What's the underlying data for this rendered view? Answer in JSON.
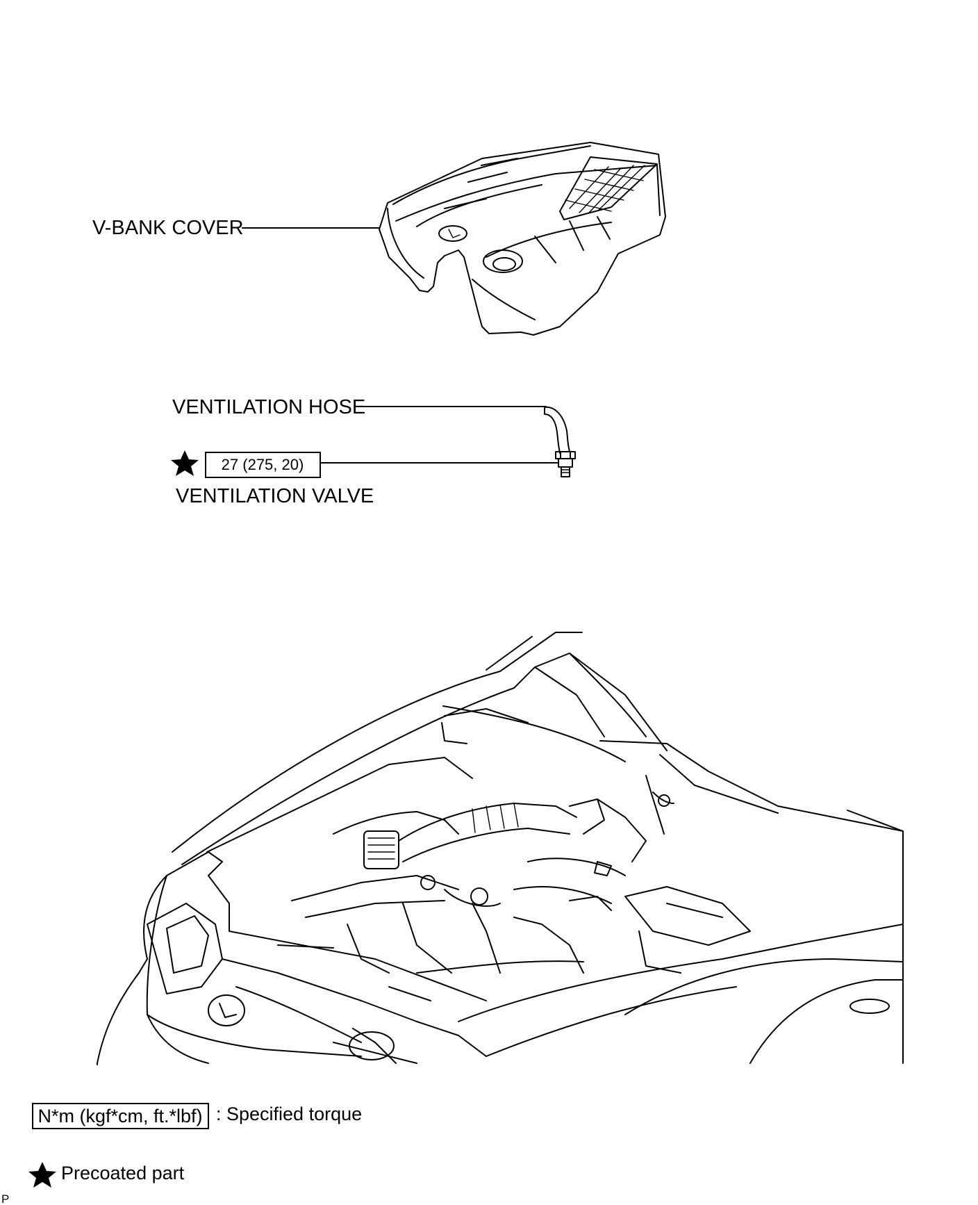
{
  "callouts": {
    "v_bank_cover": "V-BANK COVER",
    "ventilation_hose": "VENTILATION HOSE",
    "ventilation_valve": "VENTILATION VALVE",
    "ventilation_valve_torque": "27 (275, 20)"
  },
  "legend": {
    "torque_box": "N*m (kgf*cm, ft.*lbf)",
    "torque_desc": ": Specified torque",
    "precoated_desc": "Precoated part"
  },
  "corner_mark": "P",
  "colors": {
    "line": "#000000",
    "background": "#ffffff"
  },
  "icons": {
    "precoated": "black-star-icon"
  }
}
